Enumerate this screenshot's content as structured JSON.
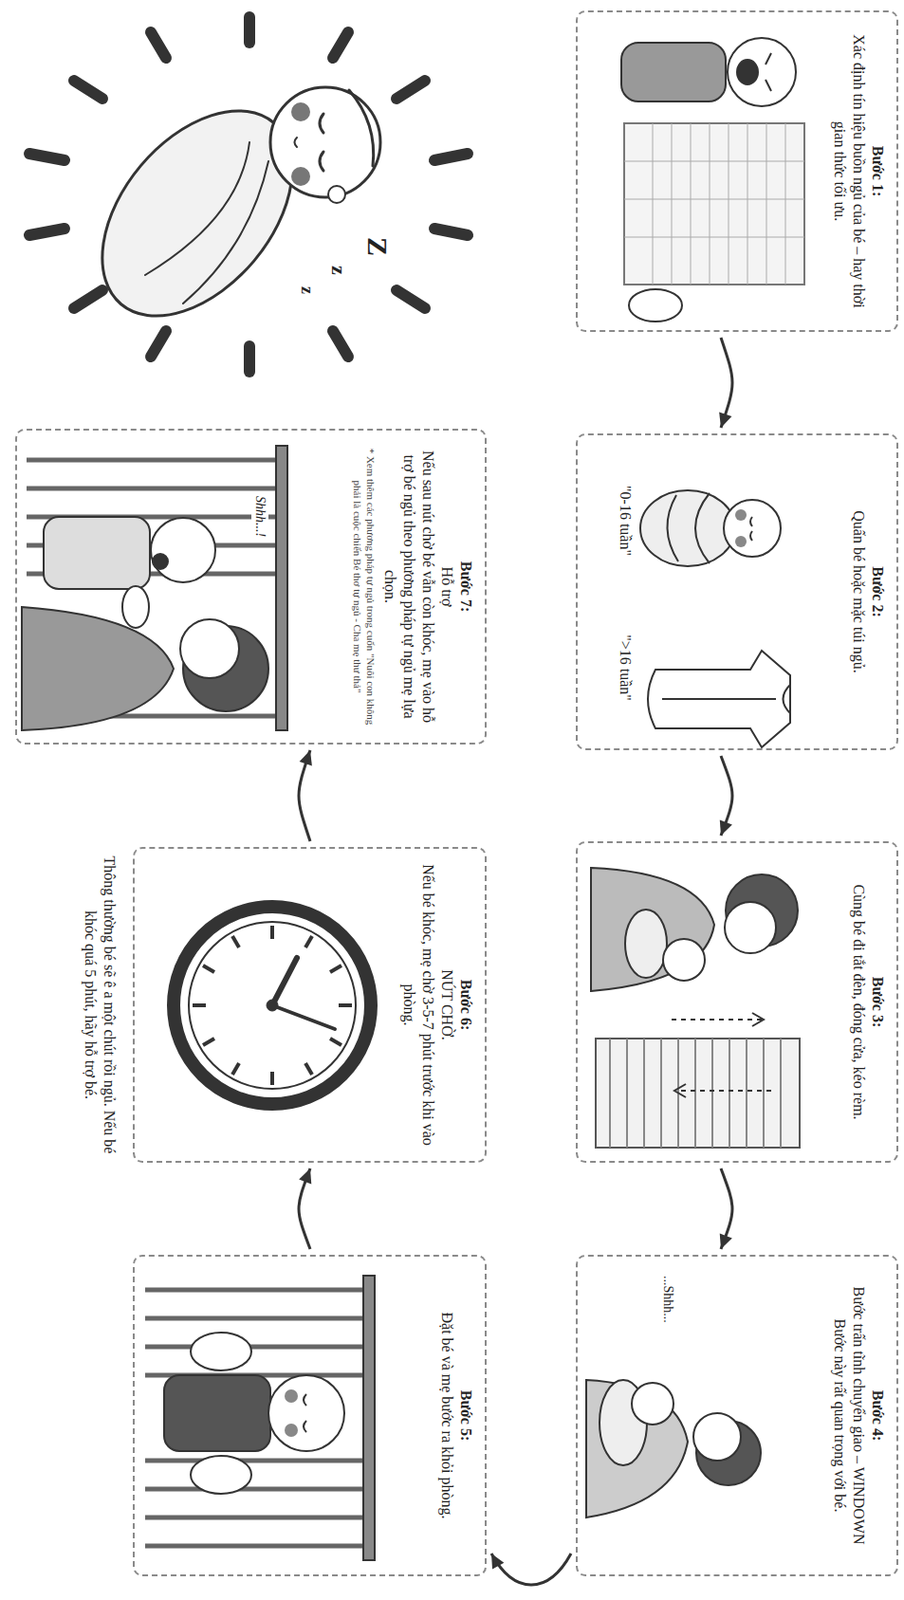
{
  "diagram": {
    "nodes": [
      {
        "text": [
          "Bước 1:",
          "Xác định tín hiệu buồn ngủ của bé – hay thời gian thức tối ưu."
        ]
      },
      {
        "text": [
          "Bước 2:",
          "Quấn bé hoặc mặc túi ngủ.",
          "\"0-16 tuần\"",
          "\">16 tuần\""
        ]
      },
      {
        "text": [
          "Bước 3:",
          "Cùng bé đi tắt đèn, đóng cửa, kéo rèm."
        ]
      },
      {
        "text": [
          "Bước 4:",
          "Bước trấn tĩnh chuyển giao – WINDOWN",
          "Bước này rất quan trọng với bé."
        ]
      },
      {
        "text": [
          "Bước 5:",
          "Đặt bé và mẹ bước ra khỏi phòng."
        ]
      },
      {
        "text": [
          "Bước 6:",
          "NÚT CHỜ.",
          "Nếu bé khóc, mẹ chờ 3-5-7 phút trước khi vào phòng."
        ]
      },
      {
        "text": [
          "Bước 7:",
          "Hỗ trợ",
          "Nếu sau nút chờ bé vẫn còn khóc, mẹ vào hỗ trợ bé ngủ theo phương pháp tự ngủ mẹ lựa chọn.",
          "* Xem thêm các phương pháp tự ngủ trong cuốn \"Nuôi con không phải là cuộc chiến Bé thơ tự ngủ - Cha mẹ thư thả\""
        ]
      }
    ],
    "edges": [
      {
        "from": 0,
        "to": 1,
        "arrow": "to"
      },
      {
        "from": 1,
        "to": 2,
        "arrow": "to"
      },
      {
        "from": 2,
        "to": 3,
        "arrow": "to"
      },
      {
        "from": 3,
        "to": 4,
        "arrow": "to"
      },
      {
        "from": 4,
        "to": 5,
        "arrow": "to"
      },
      {
        "from": 5,
        "to": 6,
        "arrow": "to"
      }
    ],
    "labels": [
      "...Shhh...",
      "Shhh...!",
      "Thông thường bé sẽ ê a một chút rồi ngủ. Nếu bé khóc quá 5 phút, hãy hỗ trợ bé.",
      "Z",
      "z",
      "z"
    ]
  }
}
